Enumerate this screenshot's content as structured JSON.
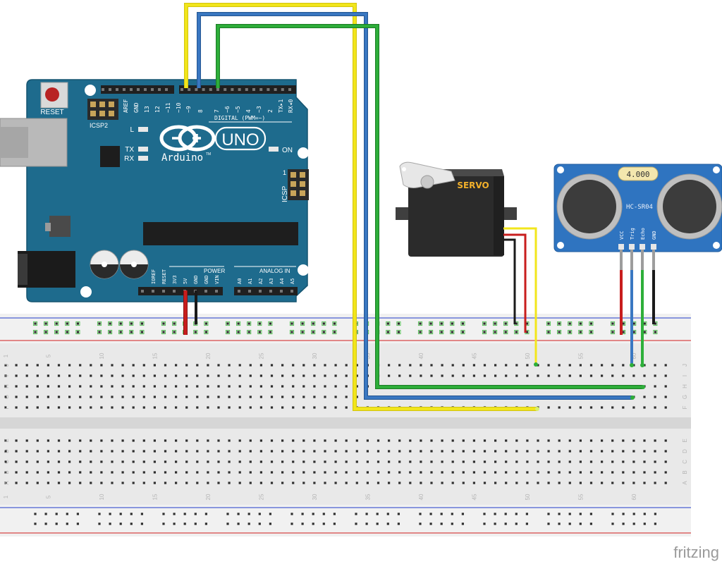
{
  "arduino": {
    "reset_label": "RESET",
    "icsp2_label": "ICSP2",
    "icsp_label": "ICSP",
    "icsp_pin1": "1",
    "digital_label": "DIGITAL (PWM=~)",
    "top_pins": [
      "AREF",
      "GND",
      "13",
      "12",
      "~11",
      "~10",
      "~9",
      "8",
      "7",
      "~6",
      "~5",
      "4",
      "~3",
      "2",
      "TX▸1",
      "RX◂0"
    ],
    "led_l": "L",
    "led_tx": "TX",
    "led_rx": "RX",
    "on_label": "ON",
    "logo_text": "Arduino",
    "logo_tm": "TM",
    "uno_label": "UNO",
    "power_label": "POWER",
    "analog_label": "ANALOG IN",
    "power_pins": [
      "IOREF",
      "RESET",
      "3V3",
      "5V",
      "GND",
      "GND",
      "VIN"
    ],
    "analog_pins": [
      "A0",
      "A1",
      "A2",
      "A3",
      "A4",
      "A5"
    ]
  },
  "servo": {
    "label": "SERVO"
  },
  "sensor": {
    "display": "4.000",
    "model": "HC-SR04",
    "pins": [
      "VCC",
      "Trig",
      "Echo",
      "GND"
    ]
  },
  "breadboard": {
    "column_numbers": [
      "1",
      "5",
      "10",
      "15",
      "20",
      "25",
      "30",
      "35",
      "40",
      "45",
      "50",
      "55",
      "60"
    ],
    "rows_upper": [
      "J",
      "I",
      "H",
      "G",
      "F"
    ],
    "rows_lower": [
      "E",
      "D",
      "C",
      "B",
      "A"
    ]
  },
  "watermark": "fritzing",
  "colors": {
    "board_blue": "#1e6b8d",
    "wire_yellow": "#f2e61c",
    "wire_blue": "#3a78c2",
    "wire_green": "#2eaf3a",
    "wire_red": "#c81e1e",
    "wire_black": "#1a1a1a",
    "sensor_blue": "#2f74c0",
    "servo_body": "#2b2b2b",
    "servo_label": "#f2b02a"
  }
}
